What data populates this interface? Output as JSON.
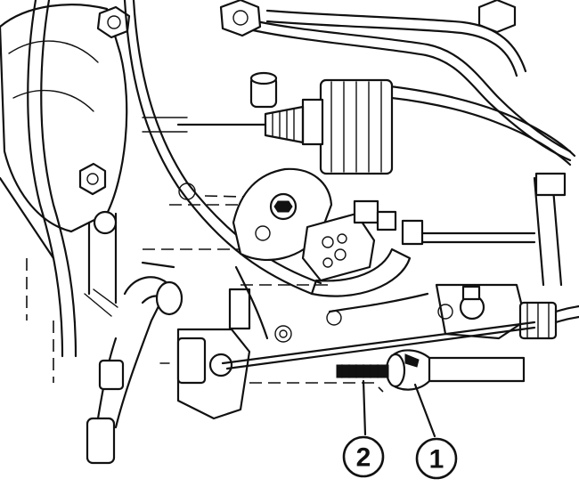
{
  "callouts": [
    {
      "id": "2",
      "label": "2"
    },
    {
      "id": "1",
      "label": "1"
    }
  ],
  "colors": {
    "ink": "#111111",
    "background": "#ffffff"
  },
  "style": "black-and-white mechanical line drawing"
}
